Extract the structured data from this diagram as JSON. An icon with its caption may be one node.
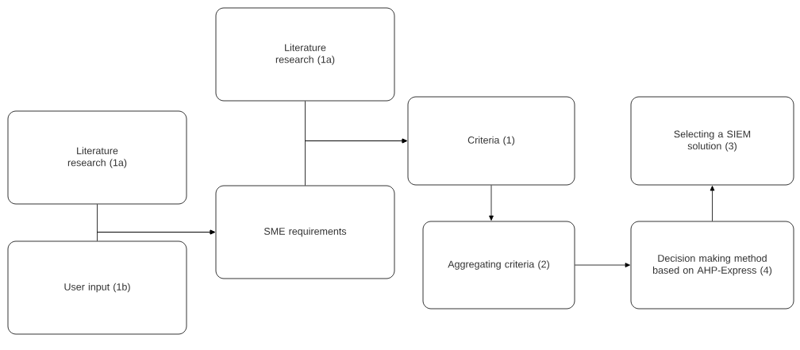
{
  "diagram": {
    "nodes": [
      {
        "text": [
          "Literature research (1a)"
        ]
      },
      {
        "text": [
          "Literature research (1a)"
        ]
      },
      {
        "text": [
          "User input (1b)"
        ]
      },
      {
        "text": [
          "SME requirements"
        ]
      },
      {
        "text": [
          "Criteria (1)"
        ]
      },
      {
        "text": [
          "Aggregating criteria (2)"
        ]
      },
      {
        "text": [
          "Selecting a SIEM solution (3)"
        ]
      },
      {
        "text": [
          "Decision making method based on AHP-Express (4)"
        ]
      }
    ],
    "edges": [
      {
        "from": 1,
        "to": 3,
        "arrow": "to"
      },
      {
        "from": 2,
        "to": 3,
        "arrow": "to"
      },
      {
        "from": 0,
        "to": 4,
        "arrow": "to"
      },
      {
        "from": 3,
        "to": 4,
        "arrow": "to"
      },
      {
        "from": 4,
        "to": 5,
        "arrow": "to"
      },
      {
        "from": 5,
        "to": 7,
        "arrow": "to"
      },
      {
        "from": 7,
        "to": 6,
        "arrow": "to"
      }
    ]
  }
}
